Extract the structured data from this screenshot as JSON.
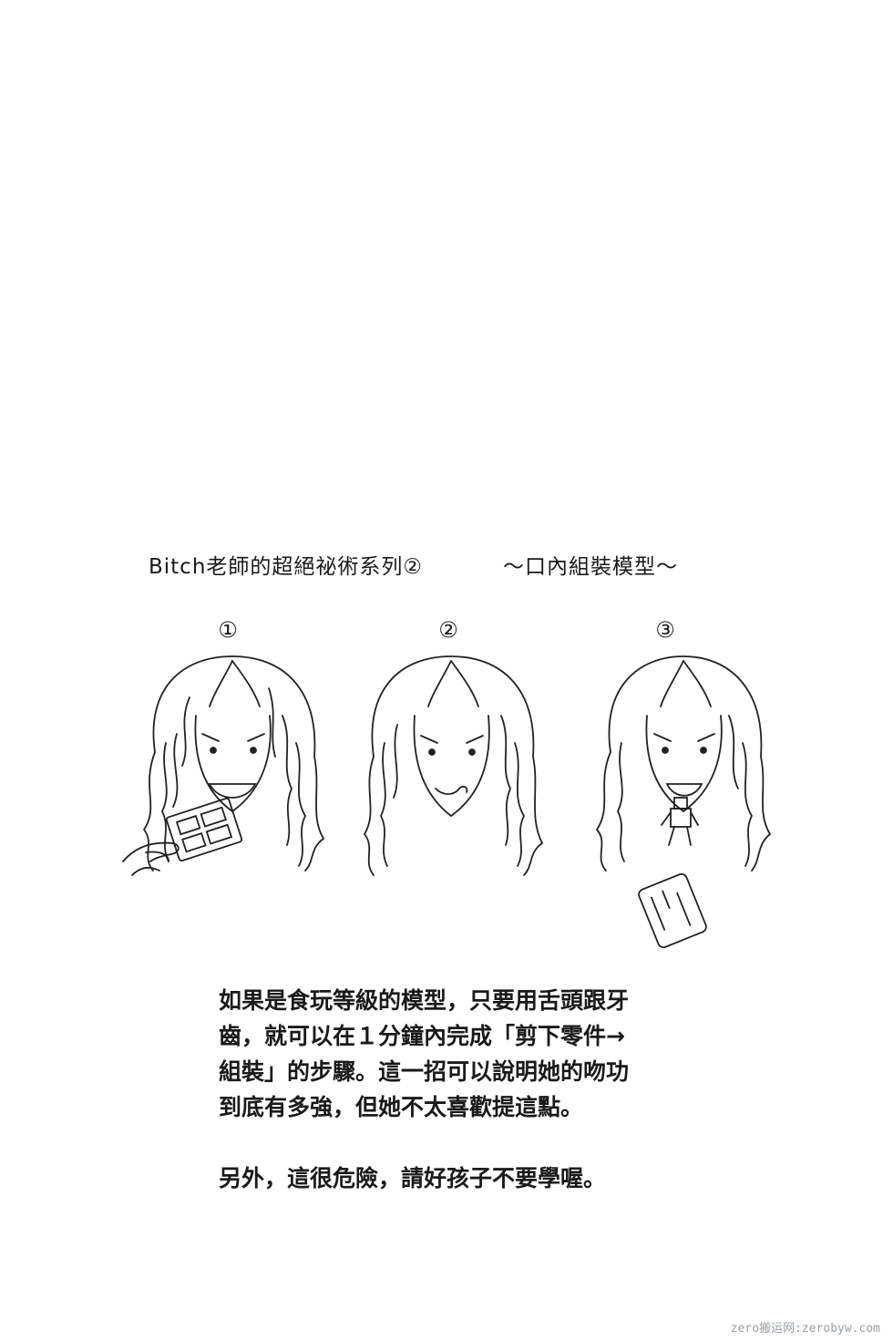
{
  "title": {
    "main": "Bitch老師的超絕祕術系列②",
    "sub": "～口內組裝模型～"
  },
  "panels": [
    {
      "number": "①",
      "icon": "face-biting-model-sprue-icon"
    },
    {
      "number": "②",
      "icon": "face-chewing-icon"
    },
    {
      "number": "③",
      "icon": "face-spitting-assembled-robot-icon"
    }
  ],
  "paragraph": {
    "lines": [
      "如果是食玩等級的模型，只要用舌頭跟牙",
      "齒，就可以在１分鐘內完成「剪下零件→",
      "組裝」的步驟。這一招可以說明她的吻功",
      "到底有多強，但她不太喜歡提這點。"
    ]
  },
  "note": "另外，這很危險，請好孩子不要學喔。",
  "watermark": "zero搬运网:zerobyw.com"
}
